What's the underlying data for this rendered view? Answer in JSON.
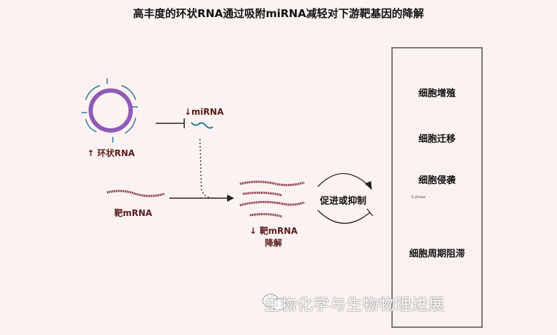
{
  "title": "高丰度的环状RNA通过吸附miRNA减轻对下游靶基因的降解",
  "circrna_label": "↑ 环状RNA",
  "mirna_label": "↓miRNA",
  "target_mrna_label": "靶mRNA",
  "degraded_label_line1": "↓ 靶mRNA",
  "degraded_label_line2": "降解",
  "effect_label": "促进或抑制",
  "outcomes": [
    "细胞增殖",
    "细胞迁移",
    "细胞侵袭",
    "细胞周期阻滞"
  ],
  "cycle_note": "S-phase",
  "watermark": "生物化学与生物物理进展",
  "colors": {
    "circ": "#8e5bb5",
    "rna": "#7a1e2a",
    "mirna": "#2a7a9a",
    "cell": "#e98a8f"
  }
}
